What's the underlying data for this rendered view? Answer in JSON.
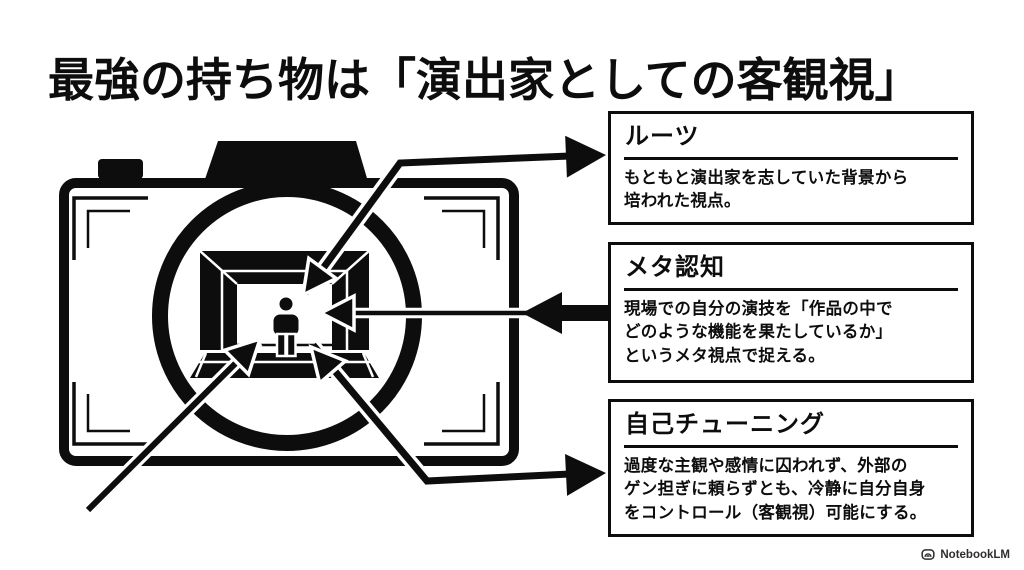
{
  "title": "最強の持ち物は「演出家としての客観視」",
  "cards": [
    {
      "heading": "ルーツ",
      "body": "もともと演出家を志していた背景から\n培われた視点。"
    },
    {
      "heading": "メタ認知",
      "body": "現場での自分の演技を「作品の中で\nどのような機能を果たしているか」\nというメタ視点で捉える。"
    },
    {
      "heading": "自己チューニング",
      "body": "過度な主観や感情に囚われず、外部の\nゲン担ぎに頼らずとも、冷静に自分自身\nをコントロール（客観視）可能にする。"
    }
  ],
  "illustration": {
    "icons": [
      "camera-icon",
      "lens-icon",
      "stage-icon",
      "person-icon",
      "arrow-icon"
    ]
  },
  "footer": {
    "brand": "NotebookLM"
  },
  "colors": {
    "ink": "#0d0d0d",
    "background": "#ffffff"
  }
}
